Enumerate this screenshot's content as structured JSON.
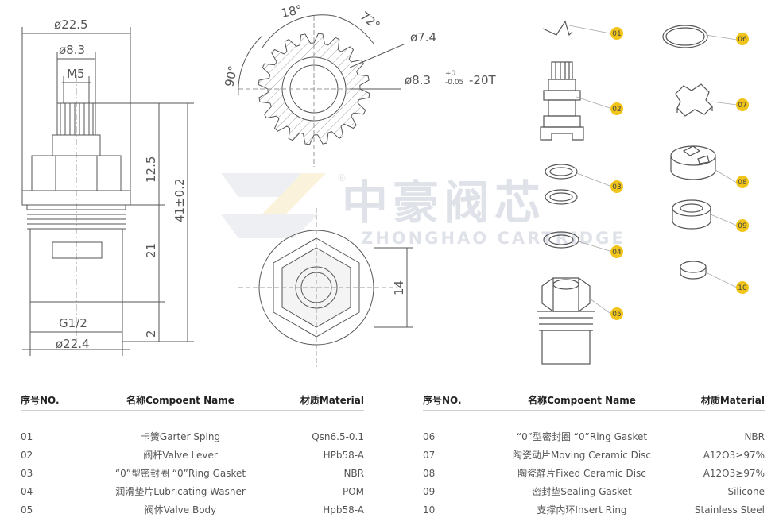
{
  "dimensions": {
    "d22_5": "ø22.5",
    "d8_3": "ø8.3",
    "m5": "M5",
    "h12_5": "12.5",
    "h41": "41±0.2",
    "h21": "21",
    "g12": "G1/2",
    "h2": "2",
    "d22_4": "ø22.4",
    "a18": "18°",
    "a72": "72°",
    "a90": "90°",
    "d7_4": "ø7.4",
    "d8_3_spline": "ø8.3",
    "tol_upper": "+0",
    "tol_lower": "-0.05",
    "spline_teeth": "-20T",
    "h14": "14"
  },
  "watermark": {
    "cn": "中豪阀芯",
    "en": "ZHONGHAO CARTRIDGE",
    "registered": "®"
  },
  "callouts": [
    "01",
    "02",
    "03",
    "04",
    "05",
    "06",
    "07",
    "08",
    "09",
    "10"
  ],
  "colors": {
    "callout": "#f0c419",
    "line": "#555555",
    "hatch": "#777777"
  },
  "tables": [
    {
      "headers": {
        "no": "序号NO.",
        "name": "名称Compoent Name",
        "material": "材质Material"
      },
      "rows": [
        {
          "no": "01",
          "name": "卡簧Garter Sping",
          "material": "Qsn6.5-0.1"
        },
        {
          "no": "02",
          "name": "阀杆Valve Lever",
          "material": "HPb58-A"
        },
        {
          "no": "03",
          "name": "“0”型密封圈 “0”Ring Gasket",
          "material": "NBR"
        },
        {
          "no": "04",
          "name": "润滑垫片Lubricating Washer",
          "material": "POM"
        },
        {
          "no": "05",
          "name": "阀体Valve Body",
          "material": "Hpb58-A"
        }
      ]
    },
    {
      "headers": {
        "no": "序号NO.",
        "name": "名称Compoent Name",
        "material": "材质Material"
      },
      "rows": [
        {
          "no": "06",
          "name": "“0”型密封圈 “0”Ring Gasket",
          "material": "NBR"
        },
        {
          "no": "07",
          "name": "陶瓷动片Moving Ceramic Disc",
          "material": "A12O3≥97%"
        },
        {
          "no": "08",
          "name": "陶瓷静片Fixed Ceramic Disc",
          "material": "A12O3≥97%"
        },
        {
          "no": "09",
          "name": "密封垫Sealing Gasket",
          "material": "Silicone"
        },
        {
          "no": "10",
          "name": "支撑内环Insert Ring",
          "material": "Stainless Steel"
        }
      ]
    }
  ]
}
